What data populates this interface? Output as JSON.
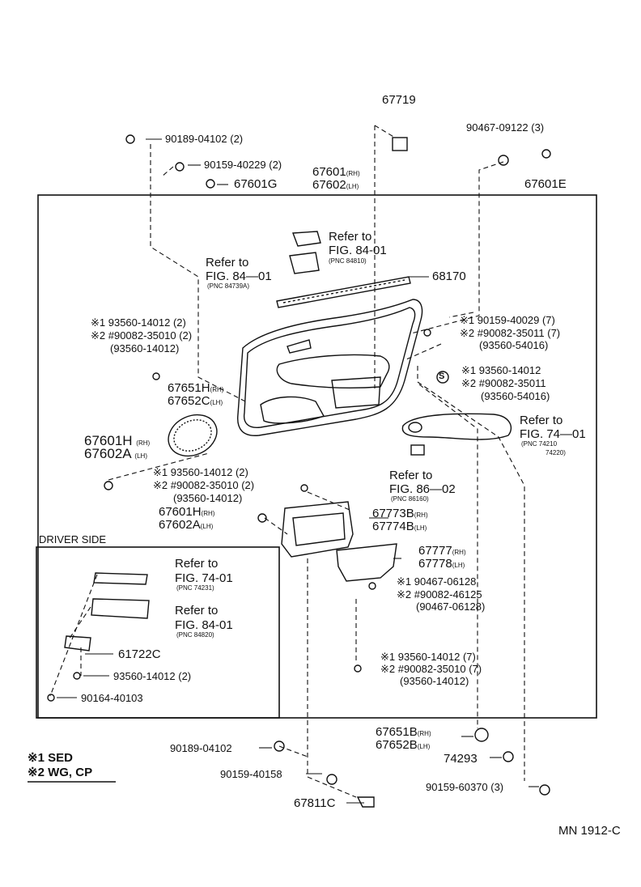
{
  "parts": {
    "p67719": "67719",
    "p90189_top": "90189-04102 (2)",
    "p90159_40229": "90159-40229 (2)",
    "p67601G": "67601G",
    "p67601_rh": "67601",
    "p67602_lh": "67602",
    "p90467_09122": "90467-09122 (3)",
    "p67601E": "67601E",
    "p68170": "68170",
    "p67651H": "67651H",
    "p67652C": "67652C",
    "p67601H_left": "67601H",
    "p67602A_left": "67602A",
    "p67601H_mid": "67601H",
    "p67602A_mid": "67602A",
    "p67773B": "67773B",
    "p67774B": "67774B",
    "p67777": "67777",
    "p67778": "67778",
    "p61722C": "61722C",
    "p93560_14012_2": "93560-14012 (2)",
    "p90164_40103": "90164-40103",
    "p67651B": "67651B",
    "p67652B": "67652B",
    "p74293": "74293",
    "p90189_bottom": "90189-04102",
    "p90159_40158": "90159-40158",
    "p67811C": "67811C",
    "p90159_60370": "90159-60370 (3)"
  },
  "suffix": {
    "rh": "(RH)",
    "lh": "(LH)",
    "rh_b": "(RH)",
    "lh_b": "(LH)"
  },
  "refs": {
    "r1_a": "Refer to",
    "r1_b": "FIG. 84-01",
    "r1_c": "(PNC 84810)",
    "r2_a": "Refer to",
    "r2_b": "FIG. 84—01",
    "r2_c": "(PNC 84739A)",
    "r3_a": "Refer to",
    "r3_b": "FIG. 74—01",
    "r3_c": "(PNC 74210",
    "r3_d": "74220)",
    "r4_a": "Refer to",
    "r4_b": "FIG. 86—02",
    "r4_c": "(PNC 86160)",
    "r5_a": "Refer to",
    "r5_b": "FIG. 74-01",
    "r5_c": "(PNC 74231)",
    "r6_a": "Refer to",
    "r6_b": "FIG. 84-01",
    "r6_c": "(PNC 84820)"
  },
  "groups": {
    "g1_l1": "※1 93560-14012 (2)",
    "g1_l2": "※2 #90082-35010 (2)",
    "g1_l3": "(93560-14012)",
    "g2_l1": "※1 90159-40029 (7)",
    "g2_l2": "※2 #90082-35011 (7)",
    "g2_l3": "(93560-54016)",
    "g3_l1": "※1 93560-14012",
    "g3_l2": "※2 #90082-35011",
    "g3_l3": "(93560-54016)",
    "g4_l1": "※1 93560-14012 (2)",
    "g4_l2": "※2 #90082-35010 (2)",
    "g4_l3": "(93560-14012)",
    "g5_l1": "※1 90467-06128",
    "g5_l2": "※2 #90082-46125",
    "g5_l3": "(90467-06128)",
    "g6_l1": "※1 93560-14012 (7)",
    "g6_l2": "※2 #90082-35010 (7)",
    "g6_l3": "(93560-14012)"
  },
  "driver_side": "DRIVER SIDE",
  "legend": {
    "l1": "※1 SED",
    "l2": "※2 WG, CP"
  },
  "s_mark": "S",
  "page_code": "MN 1912-C"
}
